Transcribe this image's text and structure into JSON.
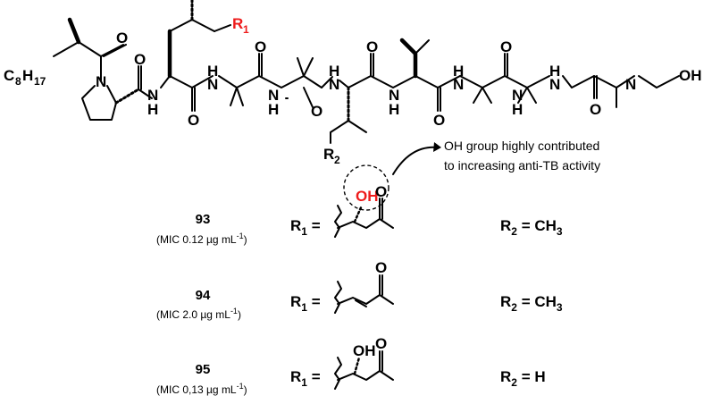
{
  "structure": {
    "chain_label": "C8H17",
    "chain_atom": "C",
    "chain_count_8": "8",
    "chain_h": "H",
    "chain_count_17": "17",
    "atom_N": "N",
    "atom_O": "O",
    "atom_H": "H",
    "atom_OH": "OH",
    "r1_label": "R",
    "r1_sub": "1",
    "r2_label": "R",
    "r2_sub": "2"
  },
  "annotation": {
    "line1": "OH group highly contributed",
    "line2": "to increasing anti-TB activity",
    "highlight": "OH"
  },
  "compounds": [
    {
      "id": "93",
      "mic": "(MIC 0.12 µg mL",
      "mic_sup": "-1",
      "mic_end": ")",
      "r1": "R",
      "r1_sub": "1",
      "eq": " =",
      "r2": "R",
      "r2_sub": "2",
      "r2_value": " = CH",
      "r2_value_sub": "3",
      "oh_label": "OH",
      "o_label": "O"
    },
    {
      "id": "94",
      "mic": "(MIC 2.0 µg mL",
      "mic_sup": "-1",
      "mic_end": ")",
      "r1": "R",
      "r1_sub": "1",
      "eq": " =",
      "r2": "R",
      "r2_sub": "2",
      "r2_value": " = CH",
      "r2_value_sub": "3",
      "o_label": "O"
    },
    {
      "id": "95",
      "mic": "(MIC 0,13 µg mL",
      "mic_sup": "-1",
      "mic_end": ")",
      "r1": "R",
      "r1_sub": "1",
      "eq": " =",
      "r2": "R",
      "r2_sub": "2",
      "r2_value": " = H",
      "oh_label": "OH",
      "o_label": "O"
    }
  ],
  "colors": {
    "highlight": "#ee1c1c",
    "ink": "#000000"
  }
}
